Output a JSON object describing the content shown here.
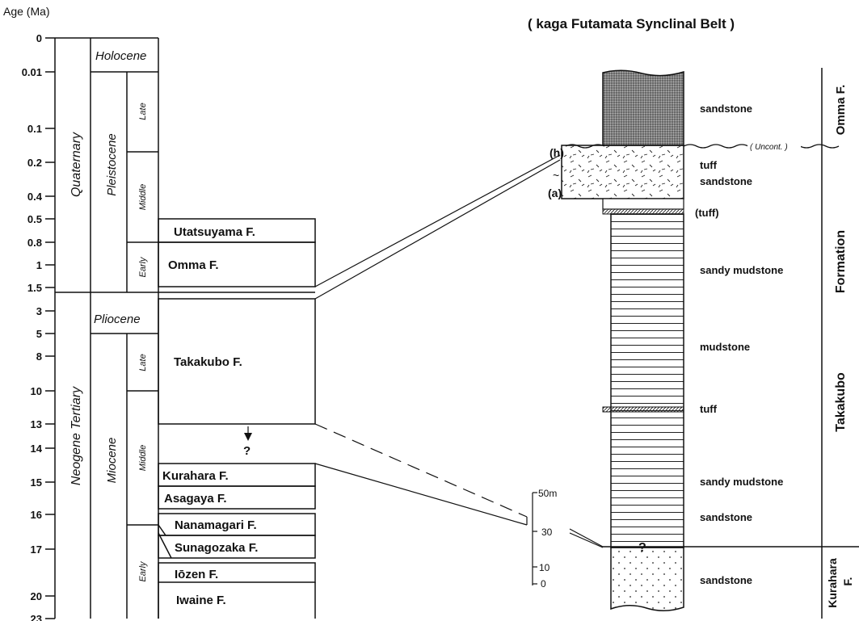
{
  "header": {
    "age_label": "Age (Ma)",
    "belt_title": "( kaga Futamata Synclinal Belt )"
  },
  "age_ticks": [
    "0",
    "0.01",
    "0.1",
    "0.2",
    "0.4",
    "0.5",
    "0.8",
    "1",
    "1.5",
    "3",
    "5",
    "8",
    "10",
    "13",
    "14",
    "15",
    "16",
    "17",
    "20",
    "23"
  ],
  "periods": {
    "quaternary": "Quaternary",
    "neogene": "Neogene Tertiary"
  },
  "epochs": {
    "holocene": "Holocene",
    "pleistocene": "Pleistocene",
    "pliocene": "Pliocene",
    "miocene": "Miocene"
  },
  "subdivisions": {
    "pleist_late": "Late",
    "pleist_middle": "Middle",
    "pleist_early": "Early",
    "mio_late": "Late",
    "mio_middle": "Middle",
    "mio_early": "Early"
  },
  "formations": {
    "utatsuyama": "Utatsuyama  F.",
    "omma": "Omma  F.",
    "takakubo": "Takakubo F.",
    "unknown_mark": "?",
    "kurahara": "Kurahara F.",
    "asagaya": "Asagaya  F.",
    "nanamagari": "Nanamagari  F.",
    "sunagozaka": "Sunagozaka  F.",
    "iozen": "Iōzen  F.",
    "iwaine": "Iwaine  F."
  },
  "scale": {
    "s50": "50m",
    "s30": "30",
    "s10": "10",
    "s0": "0"
  },
  "column_markers": {
    "h": "(h)",
    "tilde": "~",
    "a": "(a)",
    "contact_unknown": "?",
    "unconf": "( Uncont. )"
  },
  "lithology": {
    "l1": "sandstone",
    "l2": "tuff",
    "l3": "sandstone",
    "l4": "(tuff)",
    "l5": "sandy mudstone",
    "l6": "mudstone",
    "l7": "tuff",
    "l8": "sandy mudstone",
    "l9": "sandstone",
    "l10": "sandstone"
  },
  "formation_labels": {
    "omma": "Omma  F.",
    "formation": "Formation",
    "takakubo": "Takakubo",
    "kurahara": "Kurahara",
    "kurahara_f": "F."
  }
}
